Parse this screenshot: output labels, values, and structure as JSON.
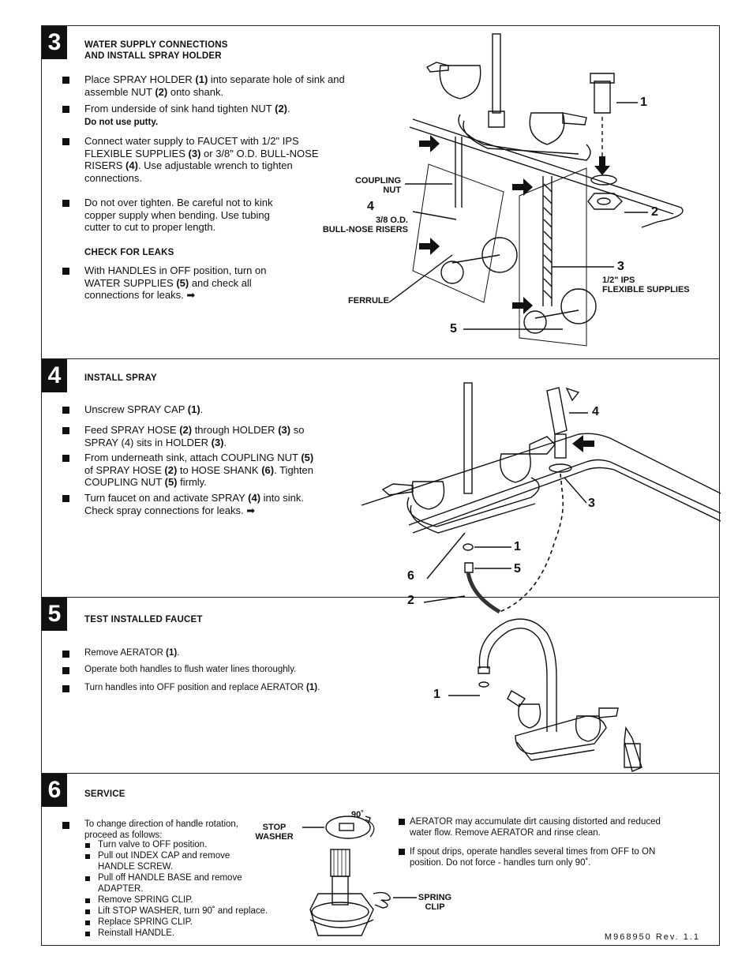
{
  "doc_number": "M968950 Rev. 1.1",
  "s3": {
    "num": "3",
    "title_1": "WATER SUPPLY CONNECTIONS",
    "title_2": "AND INSTALL SPRAY HOLDER",
    "b1_a": "Place SPRAY HOLDER ",
    "b1_b": "(1)",
    "b1_c": " into separate hole of sink and",
    "b1_d": "assemble NUT ",
    "b1_e": "(2)",
    "b1_f": " onto shank.",
    "b2_a": "From underside of sink hand tighten NUT ",
    "b2_b": "(2)",
    "b2_c": ".",
    "b2_d": "Do not use putty.",
    "b3_1": "Connect water supply to FAUCET with 1/2\" IPS",
    "b3_2a": "FLEXIBLE SUPPLIES ",
    "b3_2b": "(3)",
    "b3_2c": " or 3/8\" O.D. BULL-NOSE",
    "b3_3a": "RISERS ",
    "b3_3b": "(4)",
    "b3_3c": ". Use adjustable wrench to tighten",
    "b3_4": "connections.",
    "b4_1": "Do not over tighten. Be careful not to kink",
    "b4_2": "copper supply when bending. Use tubing",
    "b4_3": "cutter to cut to proper length.",
    "check_title": "CHECK FOR LEAKS",
    "b5_1": "With HANDLES in OFF position, turn on",
    "b5_2a": "WATER SUPPLIES ",
    "b5_2b": "(5)",
    "b5_2c": " and check all",
    "b5_3": "connections for leaks.",
    "lbl_coupling_1": "COUPLING",
    "lbl_coupling_2": "NUT",
    "lbl_risers_1": "3/8 O.D.",
    "lbl_risers_2": "BULL-NOSE RISERS",
    "lbl_ferrule": "FERRULE",
    "lbl_flex_1": "1/2\" IPS",
    "lbl_flex_2": "FLEXIBLE SUPPLIES",
    "c1": "1",
    "c2": "2",
    "c3": "3",
    "c4": "4",
    "c5": "5"
  },
  "s4": {
    "num": "4",
    "title": "INSTALL SPRAY",
    "b1_a": "Unscrew SPRAY CAP ",
    "b1_b": "(1)",
    "b1_c": ".",
    "b2_1a": "Feed SPRAY HOSE ",
    "b2_1b": "(2)",
    "b2_1c": " through HOLDER ",
    "b2_1d": "(3)",
    "b2_1e": " so",
    "b2_2a": "SPRAY (4) sits in HOLDER ",
    "b2_2b": "(3)",
    "b2_2c": ".",
    "b3_1a": "From underneath sink, attach COUPLING NUT ",
    "b3_1b": "(5)",
    "b3_2a": "of SPRAY HOSE ",
    "b3_2b": "(2)",
    "b3_2c": " to HOSE  SHANK ",
    "b3_2d": "(6)",
    "b3_2e": ". Tighten",
    "b3_3a": "COUPLING NUT ",
    "b3_3b": "(5)",
    "b3_3c": " firmly.",
    "b4_1a": "Turn faucet on and activate SPRAY ",
    "b4_1b": "(4)",
    "b4_1c": " into sink.",
    "b4_2": "Check spray connections for leaks.",
    "c1": "1",
    "c2": "2",
    "c3": "3",
    "c4": "4",
    "c5": "5",
    "c6": "6"
  },
  "s5": {
    "num": "5",
    "title": "TEST INSTALLED FAUCET",
    "b1_a": "Remove AERATOR ",
    "b1_b": "(1)",
    "b1_c": ".",
    "b2": "Operate both handles to flush water lines thoroughly.",
    "b3_a": "Turn handles into OFF position and replace AERATOR ",
    "b3_b": "(1)",
    "b3_c": ".",
    "c1": "1"
  },
  "s6": {
    "num": "6",
    "title": "SERVICE",
    "b1_1": "To change direction of handle rotation,",
    "b1_2": "proceed as follows:",
    "subs": [
      "Turn valve to OFF position.",
      "Pull out INDEX CAP and remove",
      "HANDLE SCREW.",
      "Pull off HANDLE BASE and remove",
      "ADAPTER.",
      "Remove SPRING CLIP.",
      "Lift STOP WASHER, turn 90˚ and replace.",
      "Replace SPRING CLIP.",
      "Reinstall HANDLE."
    ],
    "lbl_stop_1": "STOP",
    "lbl_stop_2": "WASHER",
    "lbl_spring_1": "SPRING",
    "lbl_spring_2": "CLIP",
    "lbl_deg": "90˚",
    "r1_1": "AERATOR may accumulate dirt causing distorted and reduced",
    "r1_2": "water flow.  Remove AERATOR and rinse clean.",
    "r2_1": "If spout drips, operate handles several times from OFF to ON",
    "r2_2": "position.  Do not force - handles turn only 90˚."
  }
}
